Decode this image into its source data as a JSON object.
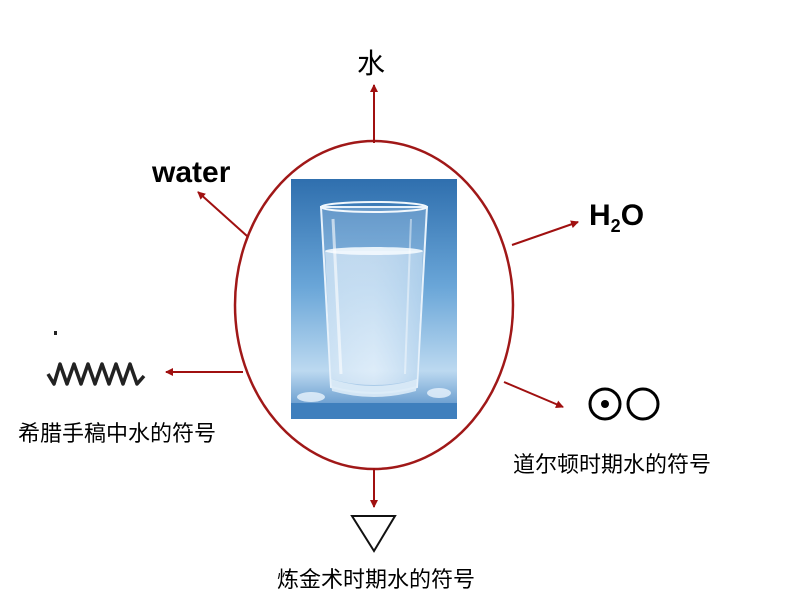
{
  "center": {
    "image": "glass-of-water"
  },
  "labels": {
    "top": "水",
    "upper_left": "water",
    "upper_right": {
      "main": "H",
      "sub": "2",
      "tail": "O"
    },
    "left_caption": "希腊手稿中水的符号",
    "right_caption": "道尔顿时期水的符号",
    "bottom_caption": "炼金术时期水的符号"
  },
  "colors": {
    "arrow": "#a01010",
    "ellipse": "#a01818",
    "text": "#000000"
  }
}
